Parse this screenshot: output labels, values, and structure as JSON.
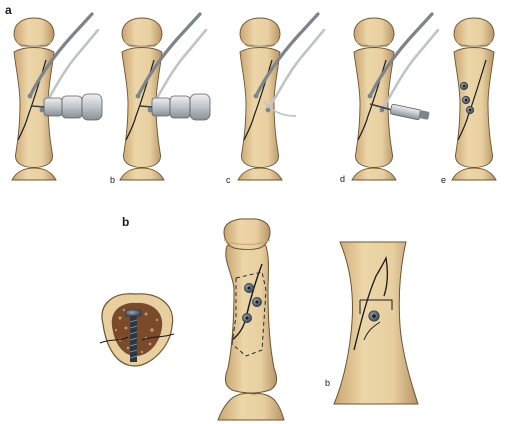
{
  "figure": {
    "colors": {
      "bone": "#e7cfa0",
      "bone_shade": "#caa673",
      "outline": "#6e5430",
      "fracture": "#1a1a1a",
      "screw_head": "#5d6b7c",
      "instrument": "#bfc4c9",
      "instrument_dark": "#7d848b",
      "marrow": "#7a4a2a"
    },
    "panel_a": {
      "label": "a",
      "steps": [
        {
          "label": ""
        },
        {
          "label": "b"
        },
        {
          "label": "c"
        },
        {
          "label": "d"
        },
        {
          "label": "e"
        }
      ]
    },
    "panel_b": {
      "label": "b",
      "detail_label": "b"
    }
  }
}
